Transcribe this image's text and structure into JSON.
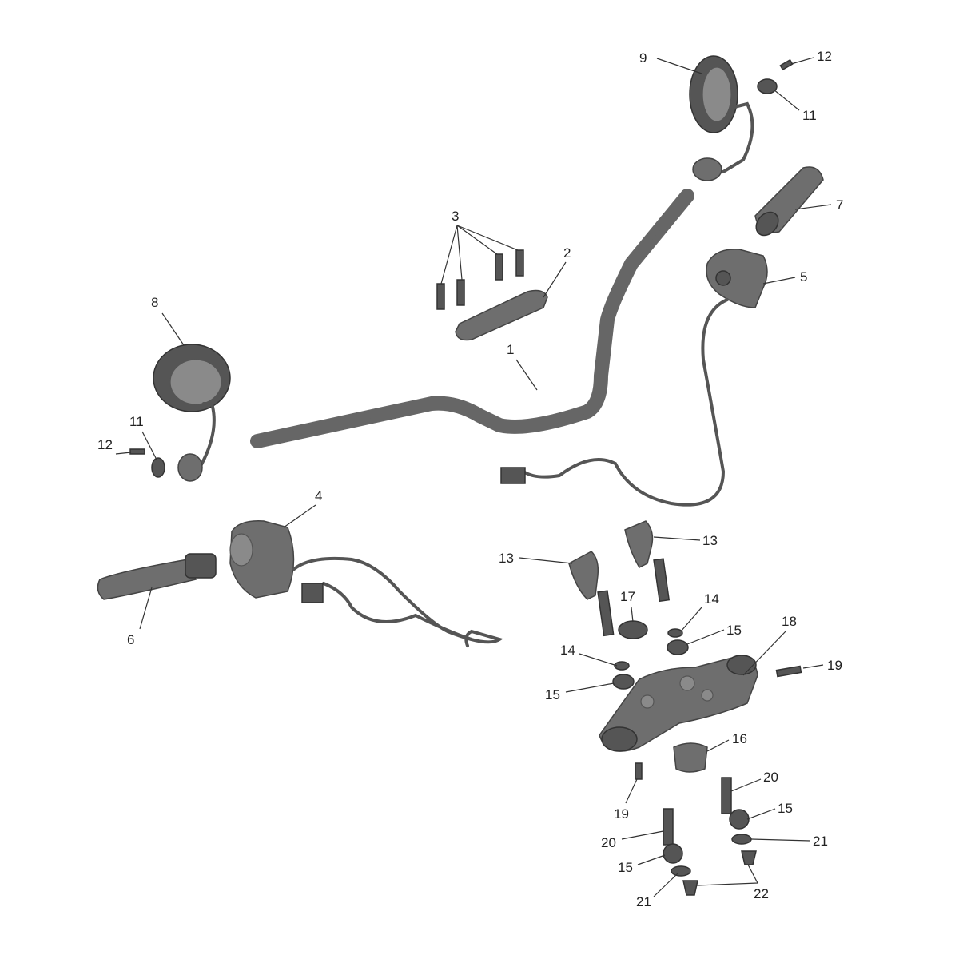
{
  "diagram": {
    "title": "Handlebar and controls exploded parts view"
  },
  "callouts": [
    "1",
    "2",
    "3",
    "4",
    "5",
    "6",
    "7",
    "8",
    "9",
    "11",
    "12",
    "11",
    "12",
    "13",
    "13",
    "14",
    "14",
    "15",
    "15",
    "15",
    "15",
    "16",
    "17",
    "18",
    "19",
    "19",
    "20",
    "20",
    "21",
    "21",
    "22"
  ]
}
